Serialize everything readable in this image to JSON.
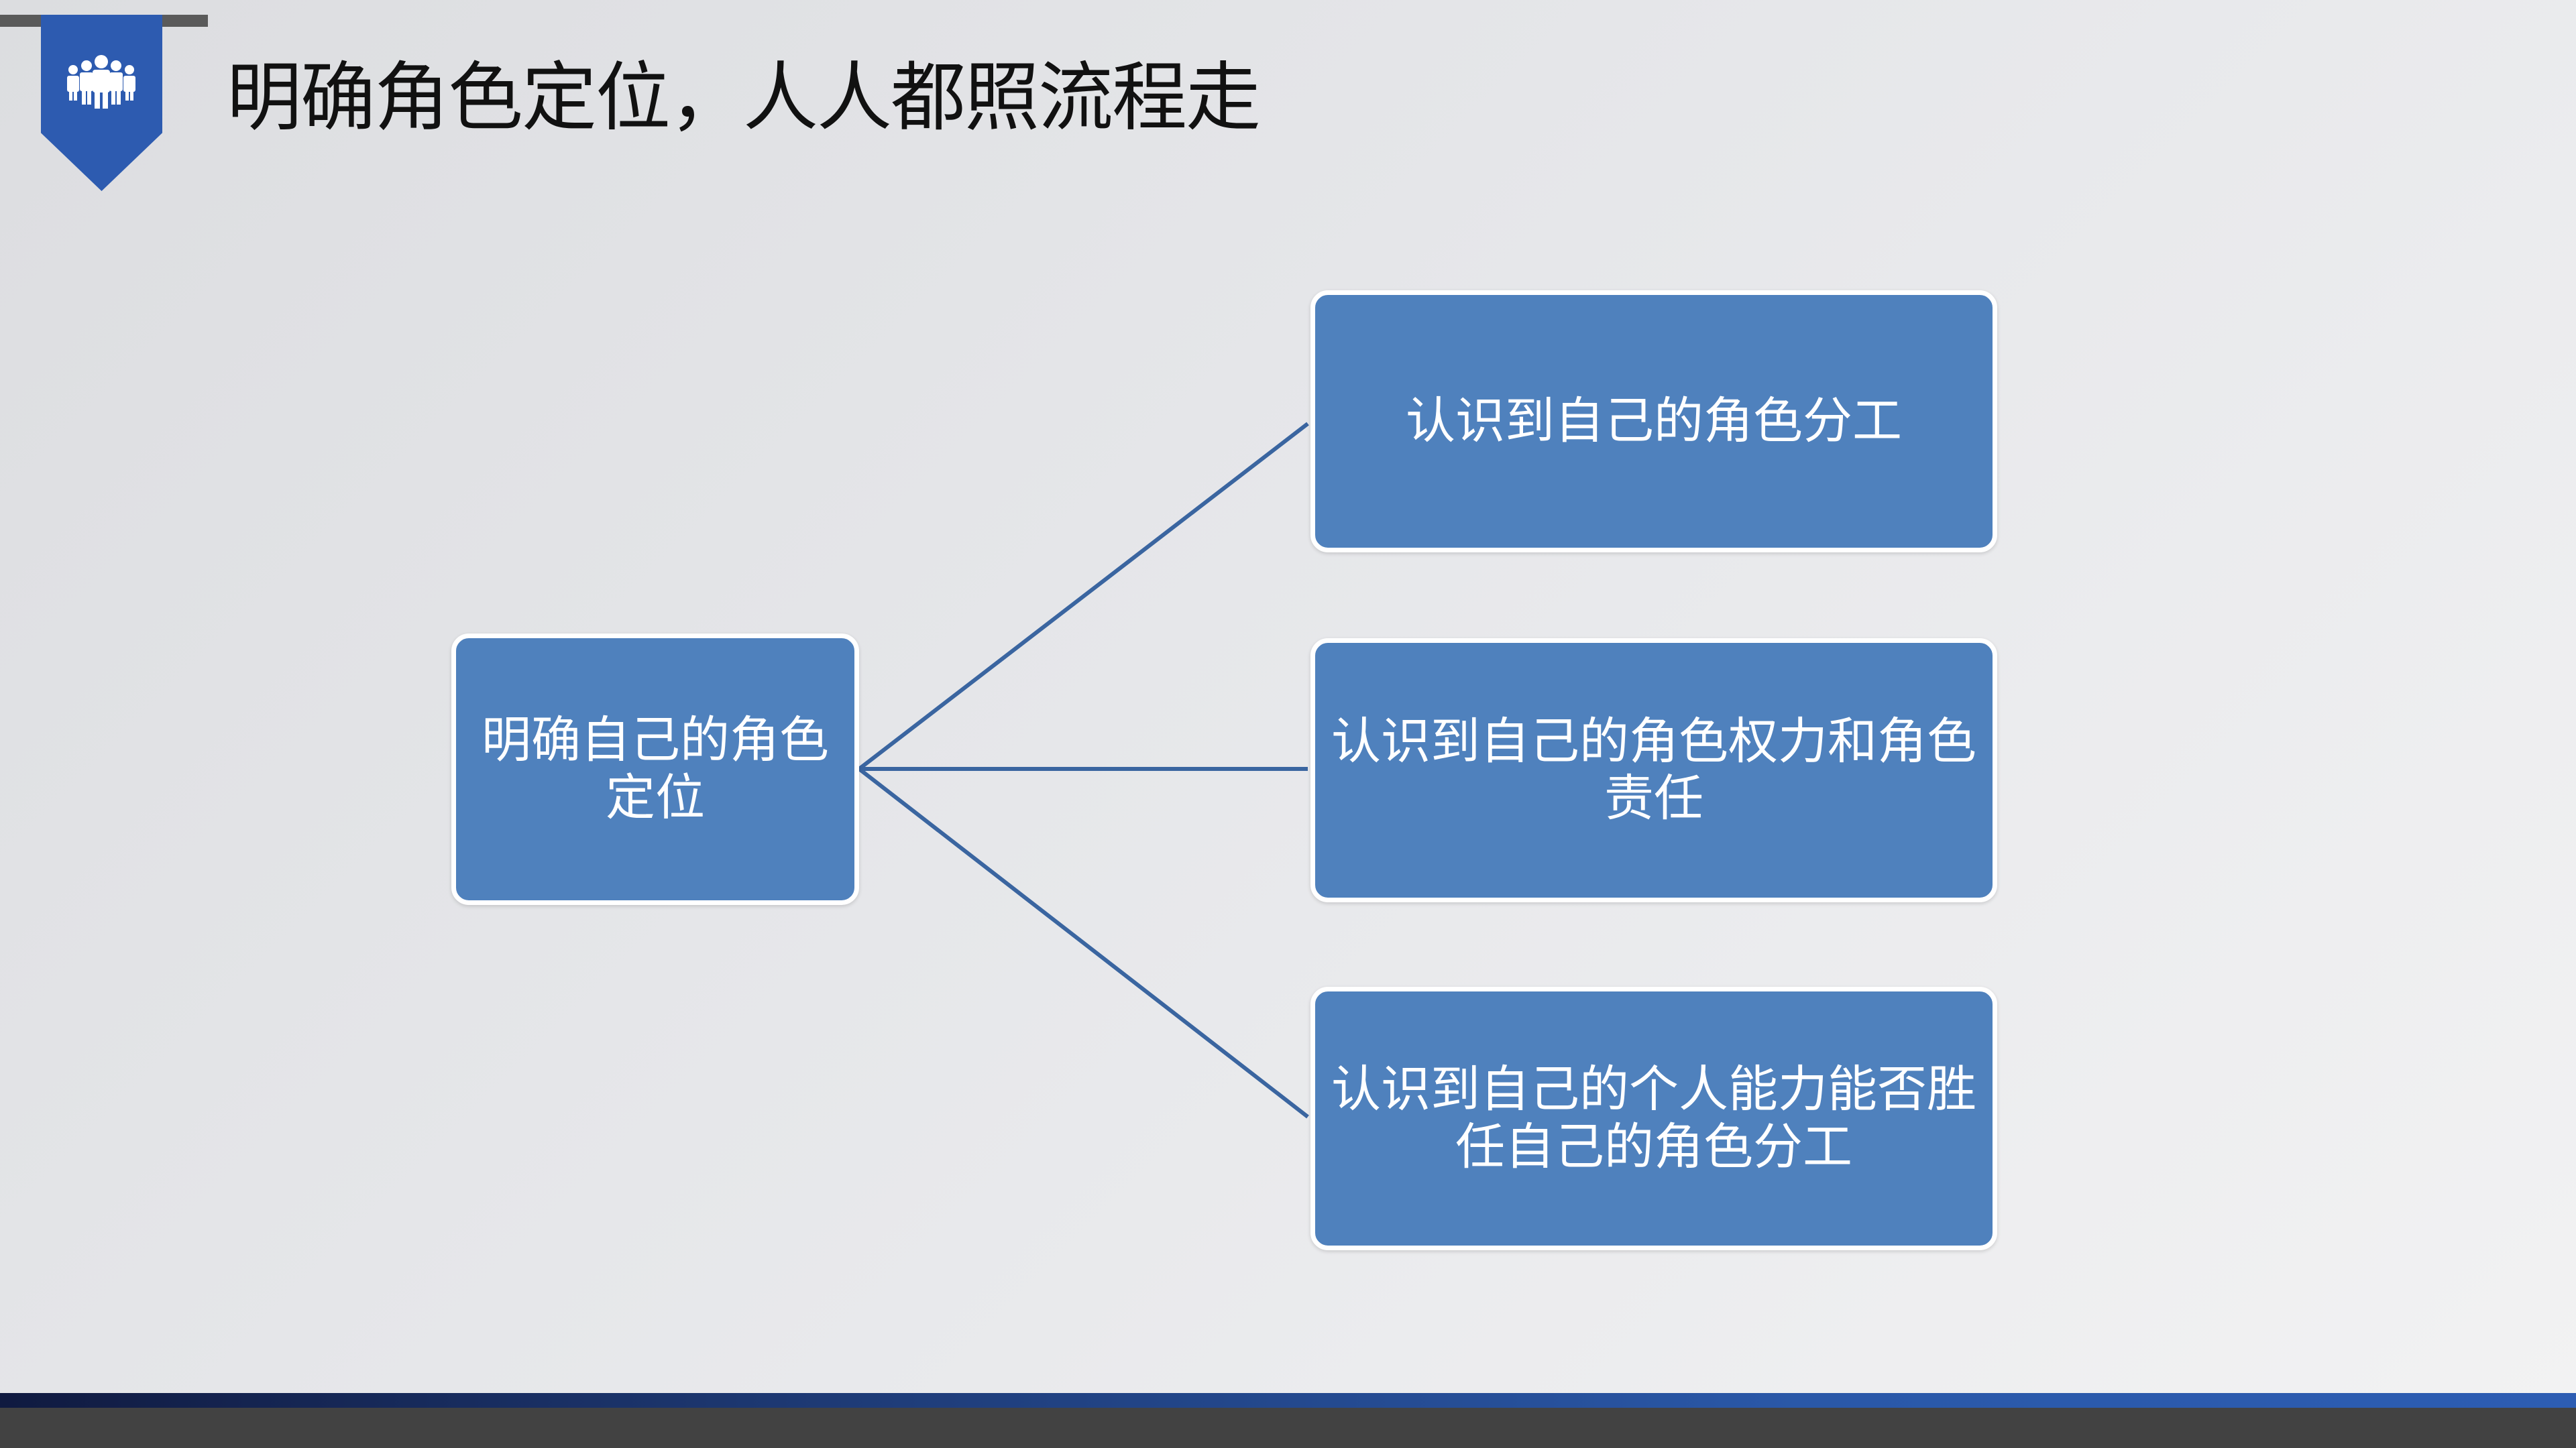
{
  "title": "明确角色定位，人人都照流程走",
  "header_icon": "people-group-icon",
  "root": {
    "label": "明确自己的角色定位"
  },
  "children": [
    {
      "label": "认识到自己的角色分工"
    },
    {
      "label": "认识到自己的角色权力和角色责任"
    },
    {
      "label": "认识到自己的个人能力能否胜任自己的角色分工"
    }
  ],
  "colors": {
    "box": "#4f81bd",
    "connector": "#3a65a0",
    "banner": "#2d5bb0"
  }
}
